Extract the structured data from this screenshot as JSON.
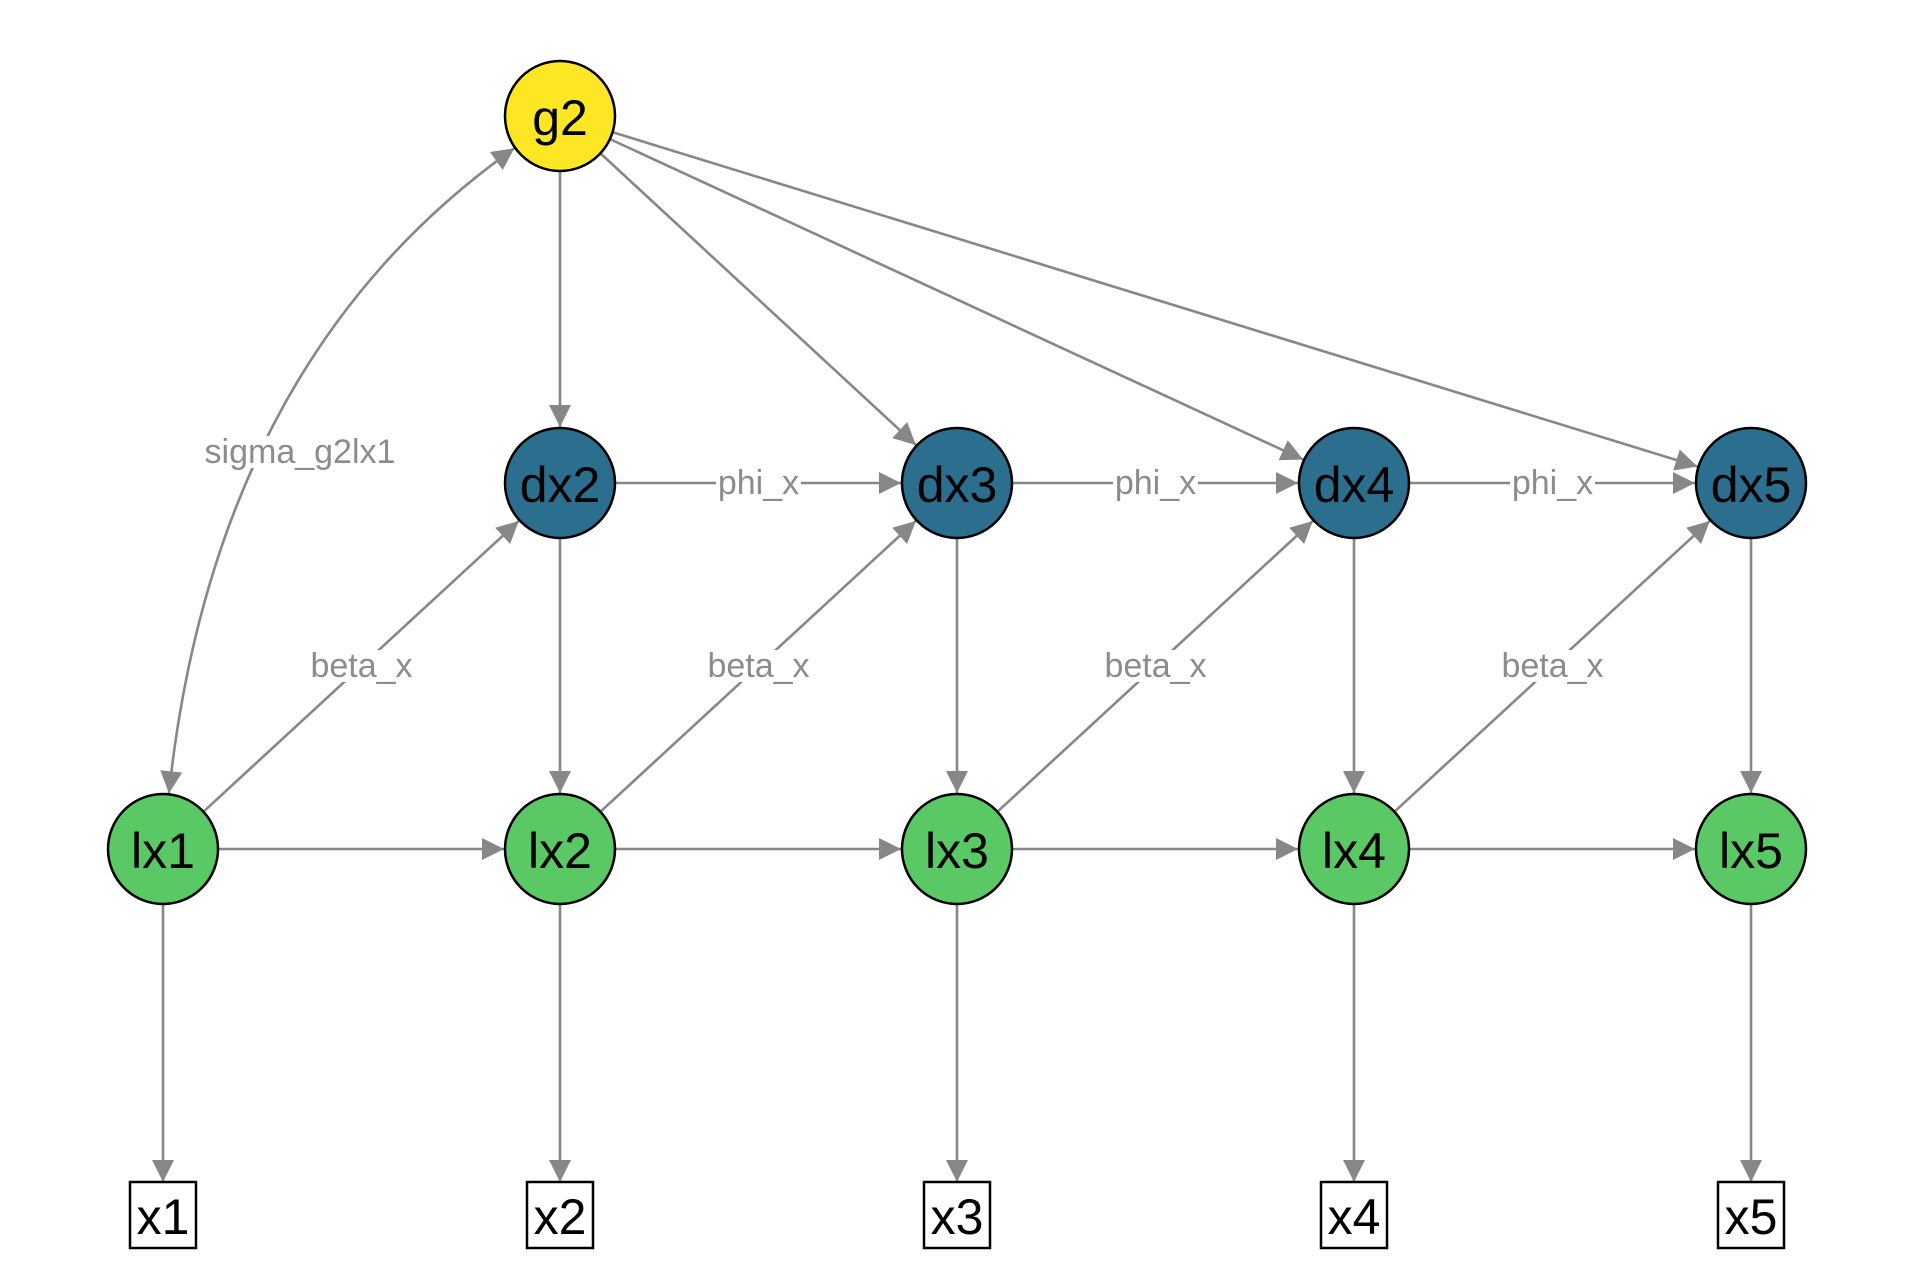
{
  "diagram": {
    "type": "path-diagram",
    "colors": {
      "general_factor": "#fde725",
      "change_factor": "#2c6e8e",
      "latent_level": "#5ac864",
      "observed": "#ffffff",
      "edge": "#878787",
      "edge_label": "#8c8c8c"
    },
    "nodes": [
      {
        "id": "g2",
        "label": "g2",
        "kind": "latent",
        "group": "general_factor",
        "col": 1,
        "row": 0
      },
      {
        "id": "dx2",
        "label": "dx2",
        "kind": "latent",
        "group": "change_factor",
        "col": 1,
        "row": 1
      },
      {
        "id": "dx3",
        "label": "dx3",
        "kind": "latent",
        "group": "change_factor",
        "col": 2,
        "row": 1
      },
      {
        "id": "dx4",
        "label": "dx4",
        "kind": "latent",
        "group": "change_factor",
        "col": 3,
        "row": 1
      },
      {
        "id": "dx5",
        "label": "dx5",
        "kind": "latent",
        "group": "change_factor",
        "col": 4,
        "row": 1
      },
      {
        "id": "lx1",
        "label": "lx1",
        "kind": "latent",
        "group": "latent_level",
        "col": 0,
        "row": 2
      },
      {
        "id": "lx2",
        "label": "lx2",
        "kind": "latent",
        "group": "latent_level",
        "col": 1,
        "row": 2
      },
      {
        "id": "lx3",
        "label": "lx3",
        "kind": "latent",
        "group": "latent_level",
        "col": 2,
        "row": 2
      },
      {
        "id": "lx4",
        "label": "lx4",
        "kind": "latent",
        "group": "latent_level",
        "col": 3,
        "row": 2
      },
      {
        "id": "lx5",
        "label": "lx5",
        "kind": "latent",
        "group": "latent_level",
        "col": 4,
        "row": 2
      },
      {
        "id": "x1",
        "label": "x1",
        "kind": "observed",
        "group": "observed",
        "col": 0,
        "row": 3
      },
      {
        "id": "x2",
        "label": "x2",
        "kind": "observed",
        "group": "observed",
        "col": 1,
        "row": 3
      },
      {
        "id": "x3",
        "label": "x3",
        "kind": "observed",
        "group": "observed",
        "col": 2,
        "row": 3
      },
      {
        "id": "x4",
        "label": "x4",
        "kind": "observed",
        "group": "observed",
        "col": 3,
        "row": 3
      },
      {
        "id": "x5",
        "label": "x5",
        "kind": "observed",
        "group": "observed",
        "col": 4,
        "row": 3
      }
    ],
    "edges": [
      {
        "from": "lx1",
        "to": "g2",
        "label": "sigma_g2lx1",
        "style": "covariance"
      },
      {
        "from": "g2",
        "to": "dx2",
        "label": ""
      },
      {
        "from": "g2",
        "to": "dx3",
        "label": ""
      },
      {
        "from": "g2",
        "to": "dx4",
        "label": ""
      },
      {
        "from": "g2",
        "to": "dx5",
        "label": ""
      },
      {
        "from": "dx2",
        "to": "dx3",
        "label": "phi_x"
      },
      {
        "from": "dx3",
        "to": "dx4",
        "label": "phi_x"
      },
      {
        "from": "dx4",
        "to": "dx5",
        "label": "phi_x"
      },
      {
        "from": "lx1",
        "to": "dx2",
        "label": "beta_x"
      },
      {
        "from": "lx2",
        "to": "dx3",
        "label": "beta_x"
      },
      {
        "from": "lx3",
        "to": "dx4",
        "label": "beta_x"
      },
      {
        "from": "lx4",
        "to": "dx5",
        "label": "beta_x"
      },
      {
        "from": "dx2",
        "to": "lx2",
        "label": ""
      },
      {
        "from": "dx3",
        "to": "lx3",
        "label": ""
      },
      {
        "from": "dx4",
        "to": "lx4",
        "label": ""
      },
      {
        "from": "dx5",
        "to": "lx5",
        "label": ""
      },
      {
        "from": "lx1",
        "to": "lx2",
        "label": ""
      },
      {
        "from": "lx2",
        "to": "lx3",
        "label": ""
      },
      {
        "from": "lx3",
        "to": "lx4",
        "label": ""
      },
      {
        "from": "lx4",
        "to": "lx5",
        "label": ""
      },
      {
        "from": "lx1",
        "to": "x1",
        "label": ""
      },
      {
        "from": "lx2",
        "to": "x2",
        "label": ""
      },
      {
        "from": "lx3",
        "to": "x3",
        "label": ""
      },
      {
        "from": "lx4",
        "to": "x4",
        "label": ""
      },
      {
        "from": "lx5",
        "to": "x5",
        "label": ""
      }
    ]
  }
}
